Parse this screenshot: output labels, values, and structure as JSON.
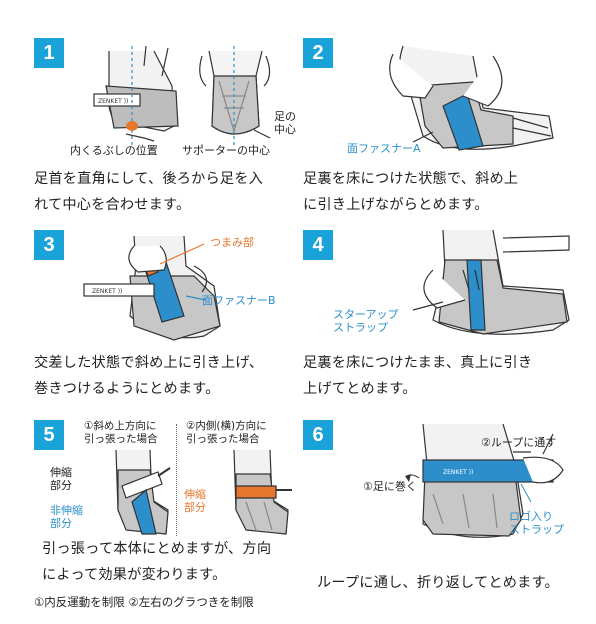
{
  "colors": {
    "step_badge": "#1aa3d8",
    "strap_blue": "#2c8fcb",
    "orange": "#e8772e",
    "line": "#333333",
    "support_gray": "#bdbdbd"
  },
  "steps": [
    {
      "number": "1",
      "labels": {
        "inner_ankle": "内くるぶしの位置",
        "supporter_center": "サポーターの中心",
        "foot_center": "足の\n中心"
      },
      "description": "足首を直角にして、後ろから足を入\nれて中心を合わせます。"
    },
    {
      "number": "2",
      "labels": {
        "fastener_a": "面ファスナーA"
      },
      "description": "足裏を床につけた状態で、斜め上\nに引き上げながらとめます。"
    },
    {
      "number": "3",
      "labels": {
        "pull_tab": "つまみ部",
        "fastener_b": "面ファスナーB"
      },
      "description": "交差した状態で斜め上に引き上げ、\n巻きつけるようにとめます。"
    },
    {
      "number": "4",
      "labels": {
        "stirrup_strap": "スターアップ\nストラップ"
      },
      "description": "足裏を床につけたまま、真上に引き\n上げてとめます。"
    },
    {
      "number": "5",
      "labels": {
        "pull_diagonal": "①斜め上方向に\n引っ張った場合",
        "pull_inward": "②内側(横)方向に\n引っ張った場合",
        "stretch_part_left": "伸縮\n部分",
        "nonstretch_part": "非伸縮\n部分",
        "stretch_part_right": "伸縮\n部分"
      },
      "description": "引っ張って本体にとめますが、方向\nによって効果が変わります。",
      "note": "①内反運動を制限 ②左右のグラつきを制限"
    },
    {
      "number": "6",
      "labels": {
        "through_loop": "②ループに通す",
        "wrap_foot": "①足に巻く",
        "logo_strap": "ロゴ入り\nストラップ"
      },
      "description": "ループに通し、折り返してとめます。"
    }
  ]
}
